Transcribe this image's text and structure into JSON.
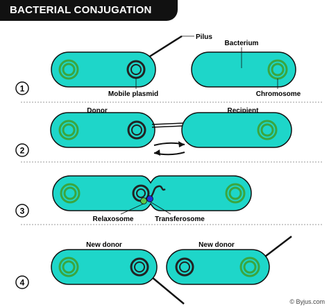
{
  "title": "BACTERIAL CONJUGATION",
  "colors": {
    "cell_fill": "#1ed6c9",
    "cell_stroke": "#111111",
    "chromosome": "#3aa640",
    "plasmid": "#222222",
    "relaxosome": "#59c84a",
    "transferosome": "#1f2fd6",
    "divider": "#9a9a9a"
  },
  "steps": [
    {
      "number": "1",
      "labels": {
        "pilus": "Pilus",
        "bacterium": "Bacterium",
        "plasmid": "Mobile plasmid",
        "chromosome": "Chromosome"
      }
    },
    {
      "number": "2",
      "labels": {
        "donor": "Donor",
        "recipient": "Recipient"
      }
    },
    {
      "number": "3",
      "labels": {
        "relaxosome": "Relaxosome",
        "transferosome": "Transferosome"
      }
    },
    {
      "number": "4",
      "labels": {
        "new_donor_left": "New donor",
        "new_donor_right": "New donor"
      }
    }
  ],
  "credit": "© Byjus.com"
}
